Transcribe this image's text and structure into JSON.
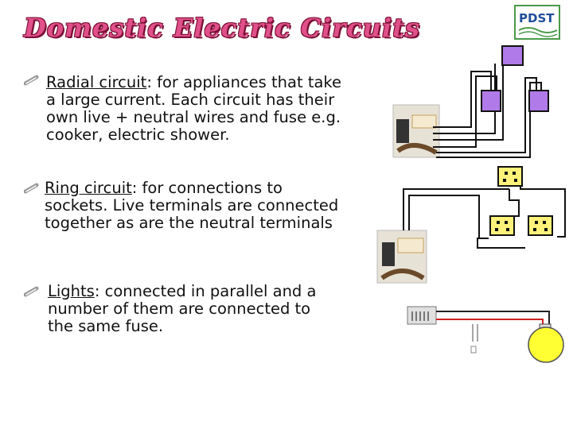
{
  "title": "Domestic Electric Circuits",
  "logo": {
    "text": "PDST"
  },
  "points": [
    {
      "keyword": "Radial circuit",
      "rest": ": for appliances that take",
      "lines": [
        "a  large current. Each circuit has their",
        "own live + neutral wires and fuse e.g.",
        "cooker, electric shower."
      ]
    },
    {
      "keyword": "Ring circuit",
      "rest": ": for connections to",
      "lines": [
        "sockets. Live terminals are connected",
        "together as are the neutral terminals"
      ]
    },
    {
      "keyword": "Lights",
      "rest": ": connected in parallel and a",
      "lines": [
        "number of them are connected to",
        "the same fuse."
      ]
    }
  ],
  "colors": {
    "title": "#e0508a",
    "title_outline": "#7a1035",
    "appliance": "#b07ae8",
    "socket": "#fff27a",
    "bulb": "#ffff33"
  }
}
